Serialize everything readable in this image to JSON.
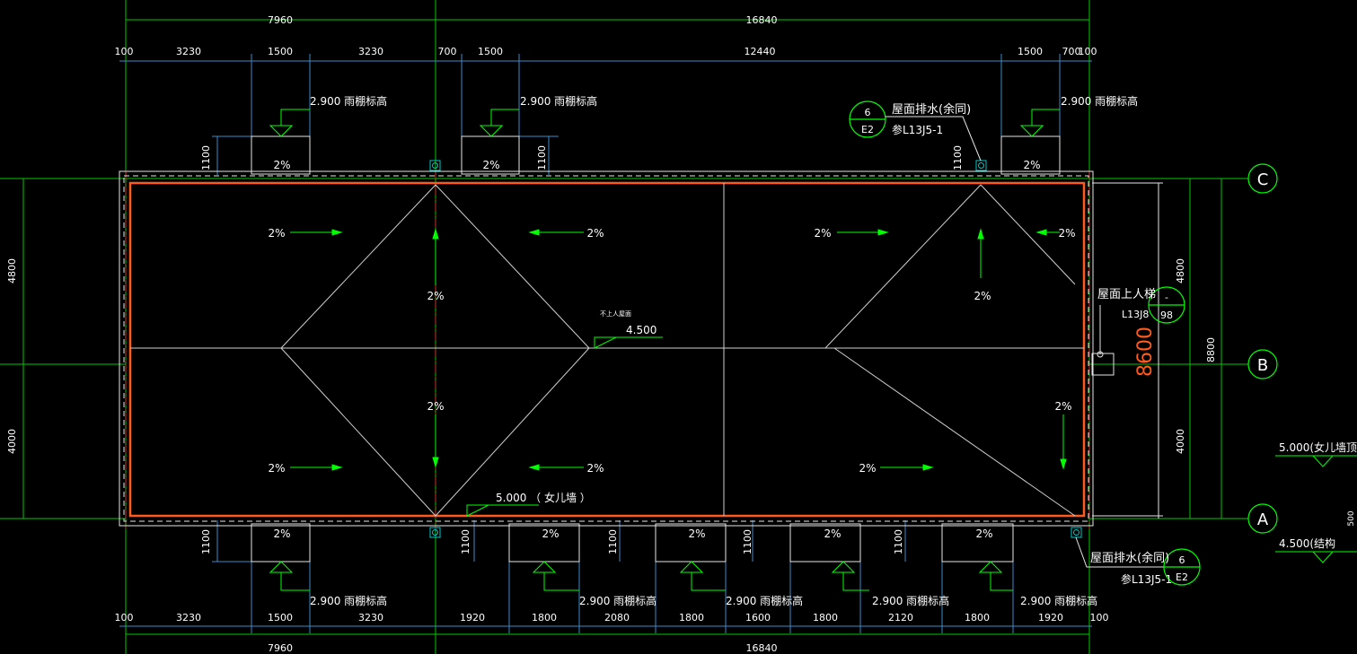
{
  "colors": {
    "background": "#000000",
    "axis_green": "#00c800",
    "dim_cyan": "#3c8cc8",
    "outline_white": "#e6e6e6",
    "parapet_orange": "#ff5a1e",
    "axis_red": "#c83232",
    "text": "#ffffff",
    "arrow_green": "#00ff00",
    "drain_cyan": "#00c8c8"
  },
  "dims_top": {
    "total_left": "7960",
    "total_right": "16840",
    "segments": [
      "100",
      "3230",
      "1500",
      "3230",
      "700",
      "1500",
      "12440",
      "1500",
      "700",
      "100"
    ]
  },
  "dims_bottom": {
    "total_left": "7960",
    "total_right": "16840",
    "segments": [
      "100",
      "3230",
      "1500",
      "3230",
      "1920",
      "1800",
      "2080",
      "1800",
      "1600",
      "1800",
      "2120",
      "1800",
      "1920",
      "100"
    ]
  },
  "dims_left": {
    "upper": "4800",
    "lower": "4000"
  },
  "dims_right": {
    "upper": "4800",
    "lower": "4000",
    "total": "8800",
    "height_mark": "8600",
    "side_small": "500"
  },
  "axes": [
    "C",
    "B",
    "A"
  ],
  "canopy": {
    "elevation_label": "2.900 雨棚标高",
    "small_dim": "1100",
    "slope": "2%"
  },
  "slope_label": "2%",
  "roof_note": "不上人屋面",
  "roof_elevation": "4.500",
  "parapet_label": "5.000 （ 女儿墙 ）",
  "right_annotations": {
    "parapet_top": "5.000(女儿墙顶",
    "structure": "4.500(结构"
  },
  "drain_top": {
    "title": "屋面排水(余同)",
    "ref": "参L13J5-1",
    "circle_top": "6",
    "circle_bottom": "E2"
  },
  "drain_bottom": {
    "title": "屋面排水(余同)",
    "ref": "参L13J5-1",
    "circle_top": "6",
    "circle_bottom": "E2"
  },
  "ladder": {
    "title": "屋面上人梯",
    "ref": "L13J8",
    "circle_top": "-",
    "circle_bottom": "98"
  }
}
